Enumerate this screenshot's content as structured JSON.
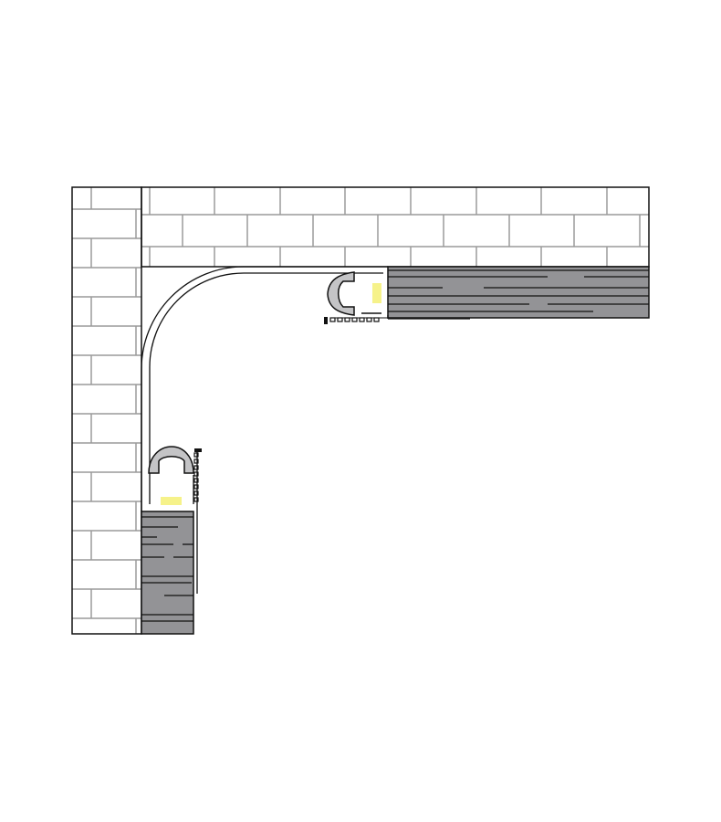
{
  "colors": {
    "wood": "#939396",
    "brick_line": "#9a9a9a",
    "outline": "#111111",
    "profile_cap": "#c4c4c6",
    "led": "#f6f28a"
  },
  "elements": [
    "brick-wall-left",
    "brick-ceiling",
    "wood-panel-top",
    "wood-panel-left",
    "curved-profile",
    "led-profile-top",
    "led-profile-left"
  ]
}
